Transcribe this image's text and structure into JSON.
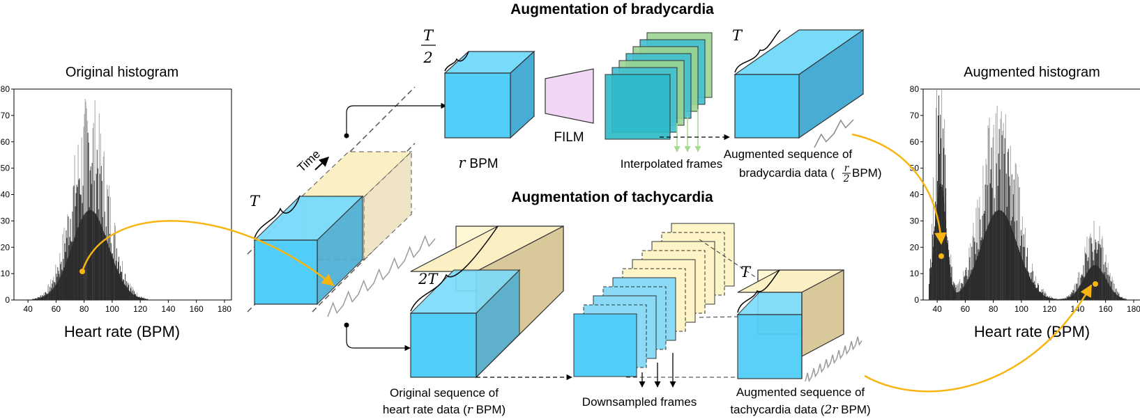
{
  "titles": {
    "brady": "Augmentation  of bradycardia",
    "tachy": "Augmentation  of tachycardia"
  },
  "symbols": {
    "T": "T",
    "T_num": "T",
    "T_den": "2",
    "twoT": "2T",
    "r": "r",
    "r_over_2_num": "r",
    "r_over_2_den": "2",
    "two_r": "2r"
  },
  "labels": {
    "time": "Time",
    "r_bpm_unit": "BPM",
    "film": "FILM",
    "interpolated": "Interpolated frames",
    "aug_brady_line1": "Augmented  sequence  of",
    "aug_brady_line2_pre": "bradycardia data (",
    "aug_brady_line2_post": " BPM)",
    "original_line1": "Original sequence of",
    "original_line2_pre": "heart rate data (",
    "original_line2_post": " BPM)",
    "downsampled": "Downsampled frames",
    "aug_tachy_line1": "Augmented  sequence  of",
    "aug_tachy_line2_pre": "tachycardia data (",
    "aug_tachy_line2_post": " BPM)"
  },
  "colors": {
    "cube_blue": "#52cdf7",
    "cube_blue_top": "#79dbfa",
    "cube_blue_side": "#49acd4",
    "cube_yellow": "#fdf7d4",
    "cube_yellow_top": "#fbf0c4",
    "cube_yellow_side": "#d8c89a",
    "film_purple": "#f2d6f5",
    "frame_green": "#8fd18a",
    "frame_teal": "#26b5c4",
    "arrow_green": "#a6d98c",
    "accent_orange": "#f7b512",
    "hist_dark": "#2c2c2c"
  },
  "histograms": [
    {
      "title": "Original histogram",
      "xlabel": "Heart rate (BPM)",
      "xticks": [
        "40",
        "60",
        "80",
        "100",
        "120",
        "140",
        "160",
        "180"
      ],
      "yticks": [
        "0",
        "10",
        "20",
        "30",
        "40",
        "50",
        "60",
        "70",
        "80"
      ]
    },
    {
      "title": "Augmented histogram",
      "xlabel": "Heart rate (BPM)",
      "xticks": [
        "40",
        "60",
        "80",
        "100",
        "120",
        "140",
        "160",
        "180"
      ],
      "yticks": [
        "0",
        "10",
        "20",
        "30",
        "40",
        "50",
        "60",
        "70",
        "80"
      ]
    }
  ],
  "chart_data": [
    {
      "type": "bar",
      "title": "Original histogram",
      "xlabel": "Heart rate (BPM)",
      "xlim": [
        30,
        185
      ],
      "ylim": [
        0,
        80
      ],
      "components": [
        {
          "center_bpm": 84,
          "sd_bpm": 13,
          "peak_count": 62
        }
      ]
    },
    {
      "type": "bar",
      "title": "Augmented histogram",
      "xlabel": "Heart rate (BPM)",
      "xlim": [
        30,
        185
      ],
      "ylim": [
        0,
        80
      ],
      "components": [
        {
          "center_bpm": 42,
          "sd_bpm": 4,
          "peak_count": 80
        },
        {
          "center_bpm": 84,
          "sd_bpm": 13,
          "peak_count": 62
        },
        {
          "center_bpm": 152,
          "sd_bpm": 8,
          "peak_count": 24
        }
      ]
    }
  ]
}
